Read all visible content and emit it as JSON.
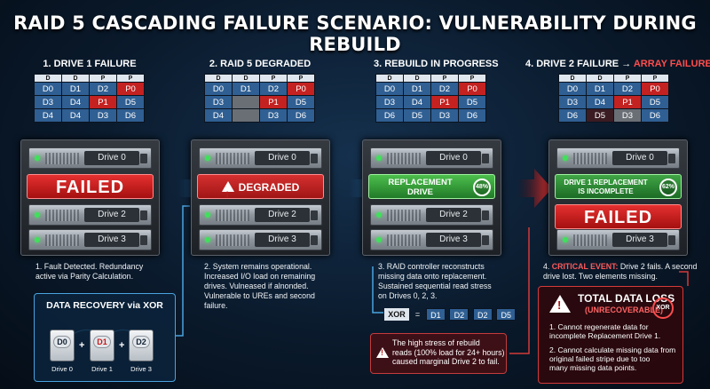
{
  "title": "RAID 5 CASCADING FAILURE SCENARIO: VULNERABILITY DURING REBUILD",
  "stages": [
    {
      "heading": "1. DRIVE 1 FAILURE",
      "heading_suffix": ""
    },
    {
      "heading": "2. RAID 5 DEGRADED",
      "heading_suffix": ""
    },
    {
      "heading": "3. REBUILD IN PROGRESS",
      "heading_suffix": ""
    },
    {
      "heading": "4. DRIVE 2 FAILURE → ",
      "heading_suffix": "ARRAY FAILURE"
    }
  ],
  "stripe_header": [
    "D",
    "D",
    "P",
    "P"
  ],
  "stripes": [
    [
      [
        "D0",
        "n"
      ],
      [
        "D1",
        "n"
      ],
      [
        "D2",
        "n"
      ],
      [
        "P0",
        "p"
      ],
      [
        "D3",
        "n"
      ],
      [
        "D4",
        "n"
      ],
      [
        "P1",
        "p"
      ],
      [
        "D5",
        "n"
      ],
      [
        "D4",
        "n"
      ],
      [
        "D4",
        "n"
      ],
      [
        "D3",
        "n"
      ],
      [
        "D6",
        "n"
      ]
    ],
    [
      [
        "D0",
        "n"
      ],
      [
        "D1",
        "n"
      ],
      [
        "D2",
        "n"
      ],
      [
        "P0",
        "p"
      ],
      [
        "D3",
        "n"
      ],
      [
        "",
        "g"
      ],
      [
        "P1",
        "p"
      ],
      [
        "D5",
        "n"
      ],
      [
        "D4",
        "n"
      ],
      [
        "",
        "g"
      ],
      [
        "D3",
        "n"
      ],
      [
        "D6",
        "n"
      ]
    ],
    [
      [
        "D0",
        "n"
      ],
      [
        "D1",
        "n"
      ],
      [
        "D2",
        "n"
      ],
      [
        "P0",
        "p"
      ],
      [
        "D3",
        "n"
      ],
      [
        "D4",
        "n"
      ],
      [
        "P1",
        "p"
      ],
      [
        "D5",
        "n"
      ],
      [
        "D6",
        "n"
      ],
      [
        "D5",
        "n"
      ],
      [
        "D3",
        "n"
      ],
      [
        "D6",
        "n"
      ]
    ],
    [
      [
        "D0",
        "n"
      ],
      [
        "D1",
        "n"
      ],
      [
        "D2",
        "n"
      ],
      [
        "P0",
        "p"
      ],
      [
        "D3",
        "n"
      ],
      [
        "D4",
        "n"
      ],
      [
        "P1",
        "p"
      ],
      [
        "D5",
        "n"
      ],
      [
        "D6",
        "n"
      ],
      [
        "D5",
        "d"
      ],
      [
        "D3",
        "g"
      ],
      [
        "D6",
        "n"
      ]
    ]
  ],
  "drives": {
    "d0": "Drive 0",
    "d2": "Drive 2",
    "d3": "Drive 3"
  },
  "banners": {
    "failed": "FAILED",
    "degraded": "DEGRADED",
    "replacement_l1": "REPLACEMENT",
    "replacement_l2": "DRIVE",
    "replacement_pct": "48%",
    "incomplete_l1": "DRIVE 1 REPLACEMENT",
    "incomplete_l2": "IS INCOMPLETE",
    "incomplete_pct": "62%"
  },
  "notes": {
    "n1_l1": "1. Fault Detected. Redundancy",
    "n1_l2": "active via Parity Calculation.",
    "n2_l1": "2. System remains operational.",
    "n2_l2": "Increased I/O load on remaining",
    "n2_l3": "drives. Vulneased if alnonded.",
    "n2_l4": "Vulnerable to UREs and second",
    "n2_l5": "failure.",
    "n3_l1": "3. RAID controller reconstructs",
    "n3_l2": "missing data onto replacement.",
    "n3_l3": "Sustained sequential read stress",
    "n3_l4": "on Drives 0, 2, 3.",
    "n4_prefix": "4. ",
    "n4_crit": "CRITICAL EVENT:",
    "n4_l1": " Drive 2 fails. A second",
    "n4_l2": "drive lost. Two elements missing."
  },
  "xor_panel": {
    "title": "DATA RECOVERY via XOR",
    "disks": [
      {
        "label": "D0",
        "name": "Drive 0"
      },
      {
        "label": "D1",
        "name": "Drive 1"
      },
      {
        "label": "D2",
        "name": "Drive 3"
      }
    ],
    "plus": "+"
  },
  "xor_row": {
    "op": "XOR",
    "eq": "=",
    "cells": [
      "D1",
      "D2",
      "D2",
      "D5"
    ]
  },
  "stress_note": {
    "l1": "The high stress of rebuild",
    "l2": "reads (100% load for 24+ hours)",
    "l3": "caused marginal Drive 2 to fail."
  },
  "data_loss": {
    "title": "TOTAL DATA LOSS",
    "subtitle": "(UNRECOVERABLE)",
    "xor_mark": "XOR",
    "item1_l1": "1. Cannot regenerate data for",
    "item1_l2": "incomplete Replacement Drive 1.",
    "item2_l1": "2. Cannot calculate missing data from",
    "item2_l2": "original failed stripe due to too",
    "item2_l3": "many missing data points."
  },
  "colors": {
    "data": "#2f5f93",
    "parity": "#c42121",
    "accent": "#4aa3df",
    "alert": "#ff4d4d"
  }
}
